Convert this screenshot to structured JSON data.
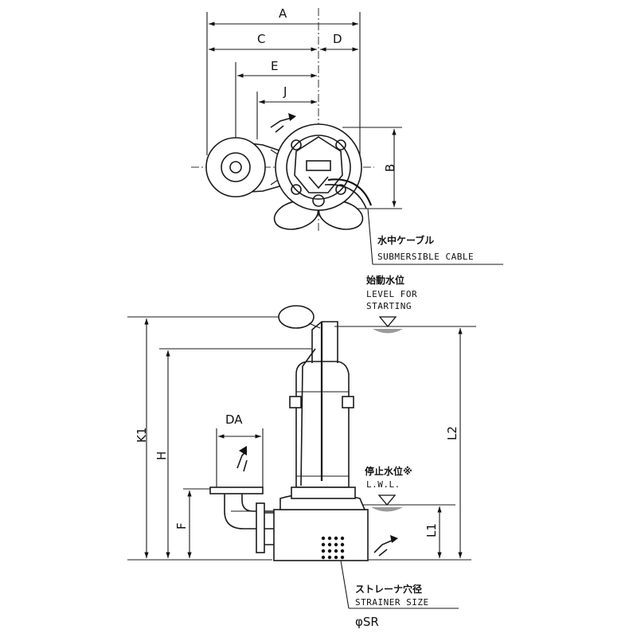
{
  "dimensions": {
    "a": "A",
    "b": "B",
    "c": "C",
    "d": "D",
    "e": "E",
    "j": "J",
    "da": "DA",
    "k1": "K1",
    "h": "H",
    "f": "F",
    "l2": "L2",
    "l1": "L1"
  },
  "labels": {
    "cable_jp": "水中ケーブル",
    "cable_en": "SUBMERSIBLE CABLE",
    "start_jp": "始動水位",
    "start_en_1": "LEVEL FOR",
    "start_en_2": "STARTING",
    "stop_jp": "停止水位※",
    "stop_en": "L.W.L.",
    "strainer_jp": "ストレーナ穴径",
    "strainer_en": "STRAINER SIZE",
    "strainer_sym": "φSR"
  }
}
